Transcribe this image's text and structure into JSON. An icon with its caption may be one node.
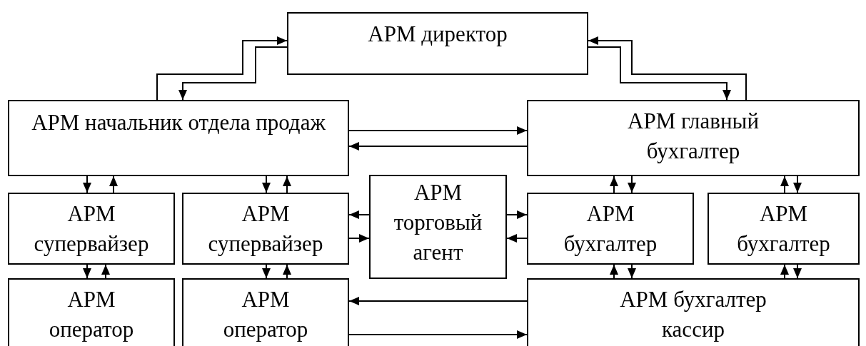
{
  "diagram": {
    "nodes": [
      {
        "text": [
          "АРМ директор"
        ]
      },
      {
        "text": [
          "АРМ начальник отдела продаж"
        ]
      },
      {
        "text": [
          "АРМ главный бухгалтер"
        ]
      },
      {
        "text": [
          "АРМ супервайзер"
        ]
      },
      {
        "text": [
          "АРМ супервайзер"
        ]
      },
      {
        "text": [
          "АРМ торговый агент"
        ]
      },
      {
        "text": [
          "АРМ бухгалтер"
        ]
      },
      {
        "text": [
          "АРМ бухгалтер"
        ]
      },
      {
        "text": [
          "АРМ оператор"
        ]
      },
      {
        "text": [
          "АРМ оператор"
        ]
      },
      {
        "text": [
          "АРМ бухгалтер кассир"
        ]
      }
    ],
    "edges": [
      {
        "from": 1,
        "to": 0,
        "arrow": "to"
      },
      {
        "from": 0,
        "to": 1,
        "arrow": "to"
      },
      {
        "from": 2,
        "to": 0,
        "arrow": "to"
      },
      {
        "from": 0,
        "to": 2,
        "arrow": "to"
      },
      {
        "from": 1,
        "to": 2,
        "arrow": "to"
      },
      {
        "from": 2,
        "to": 1,
        "arrow": "to"
      },
      {
        "from": 1,
        "to": 3,
        "arrow": "to"
      },
      {
        "from": 3,
        "to": 1,
        "arrow": "to"
      },
      {
        "from": 1,
        "to": 4,
        "arrow": "to"
      },
      {
        "from": 4,
        "to": 1,
        "arrow": "to"
      },
      {
        "from": 3,
        "to": 8,
        "arrow": "to"
      },
      {
        "from": 8,
        "to": 3,
        "arrow": "to"
      },
      {
        "from": 4,
        "to": 9,
        "arrow": "to"
      },
      {
        "from": 9,
        "to": 4,
        "arrow": "to"
      },
      {
        "from": 5,
        "to": 4,
        "arrow": "to"
      },
      {
        "from": 4,
        "to": 5,
        "arrow": "to"
      },
      {
        "from": 5,
        "to": 6,
        "arrow": "to"
      },
      {
        "from": 6,
        "to": 5,
        "arrow": "to"
      },
      {
        "from": 6,
        "to": 2,
        "arrow": "to"
      },
      {
        "from": 2,
        "to": 6,
        "arrow": "to"
      },
      {
        "from": 7,
        "to": 2,
        "arrow": "to"
      },
      {
        "from": 2,
        "to": 7,
        "arrow": "to"
      },
      {
        "from": 10,
        "to": 6,
        "arrow": "to"
      },
      {
        "from": 6,
        "to": 10,
        "arrow": "to"
      },
      {
        "from": 10,
        "to": 7,
        "arrow": "to"
      },
      {
        "from": 7,
        "to": 10,
        "arrow": "to"
      },
      {
        "from": 10,
        "to": 9,
        "arrow": "to"
      },
      {
        "from": 9,
        "to": 10,
        "arrow": "to"
      }
    ]
  }
}
